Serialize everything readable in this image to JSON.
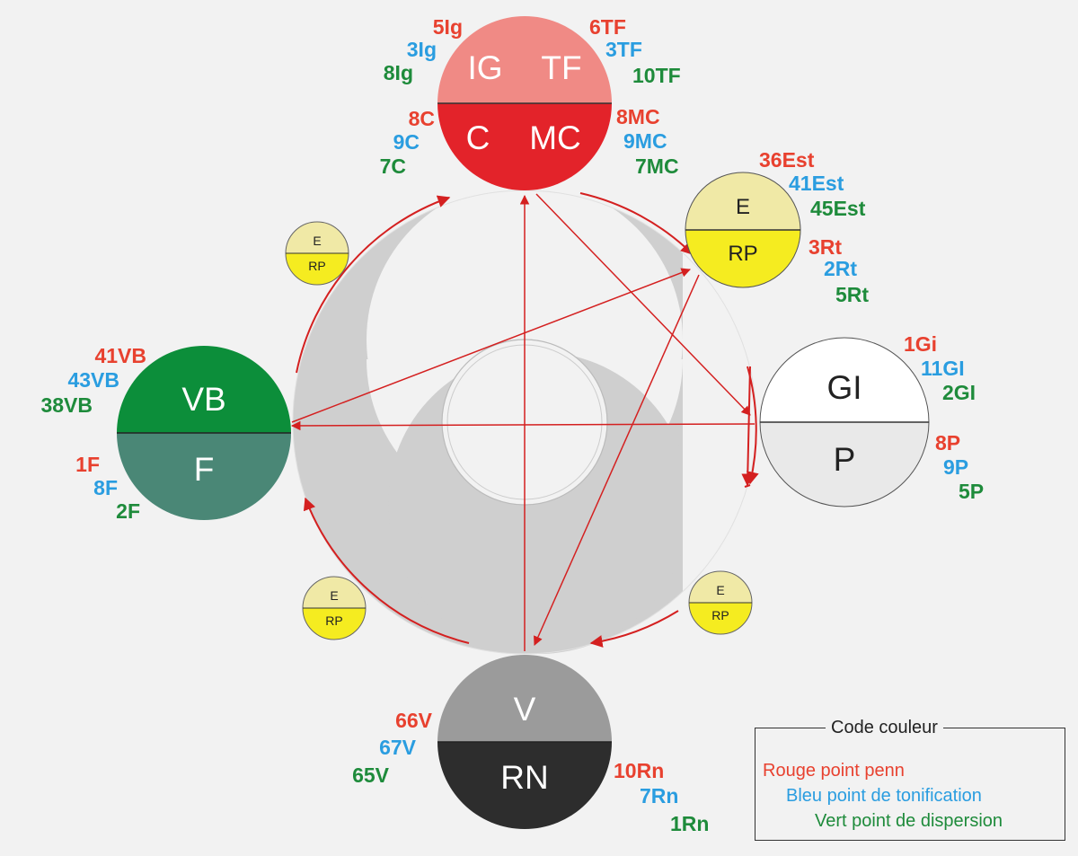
{
  "colors": {
    "red": "#e8412f",
    "blue": "#2a9de0",
    "green": "#1e8b3b",
    "arrow": "#d42020",
    "shade": "#cfcfcf"
  },
  "meridians": {
    "fire": {
      "top_left": "IG",
      "top_right": "TF",
      "bottom_left": "C",
      "bottom_right": "MC",
      "labels_upper_left": [
        "5Ig",
        "3Ig",
        "8Ig"
      ],
      "labels_upper_right": [
        "6TF",
        "3TF",
        "10TF"
      ],
      "labels_lower_left": [
        "8C",
        "9C",
        "7C"
      ],
      "labels_lower_right": [
        "8MC",
        "9MC",
        "7MC"
      ]
    },
    "earth": {
      "top": "E",
      "bottom": "RP",
      "labels_upper": [
        "36Est",
        "41Est",
        "45Est"
      ],
      "labels_lower": [
        "3Rt",
        "2Rt",
        "5Rt"
      ]
    },
    "metal": {
      "top": "GI",
      "bottom": "P",
      "labels_upper": [
        "1Gi",
        "11GI",
        "2GI"
      ],
      "labels_lower": [
        "8P",
        "9P",
        "5P"
      ]
    },
    "water": {
      "top": "V",
      "bottom": "RN",
      "labels_left": [
        "66V",
        "67V",
        "65V"
      ],
      "labels_right": [
        "10Rn",
        "7Rn",
        "1Rn"
      ]
    },
    "wood": {
      "top": "VB",
      "bottom": "F",
      "labels_upper": [
        "41VB",
        "43VB",
        "38VB"
      ],
      "labels_lower": [
        "1F",
        "8F",
        "2F"
      ]
    }
  },
  "small_circles": [
    {
      "top": "E",
      "bottom": "RP"
    },
    {
      "top": "E",
      "bottom": "RP"
    },
    {
      "top": "E",
      "bottom": "RP"
    }
  ],
  "legend": {
    "title": "Code couleur",
    "red": "Rouge point penn",
    "blue": "Bleu point de tonification",
    "green": "Vert point de dispersion"
  }
}
